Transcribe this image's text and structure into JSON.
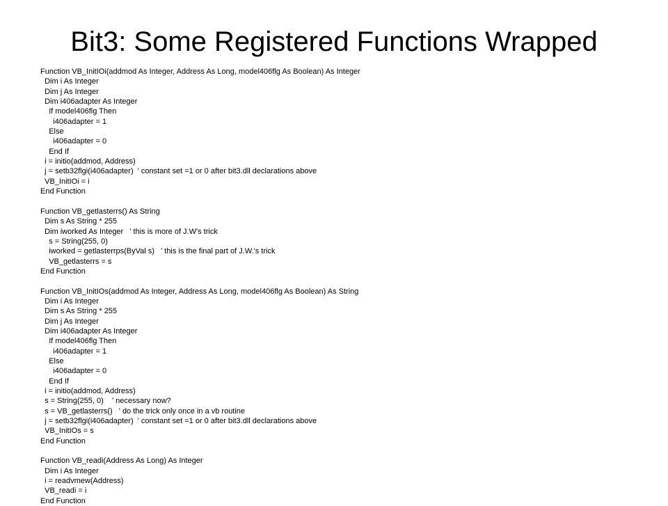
{
  "slide": {
    "title": "Bit3: Some Registered Functions Wrapped"
  },
  "code_lines": [
    "Function VB_InitIOi(addmod As Integer, Address As Long, model406flg As Boolean) As Integer",
    "  Dim i As Integer",
    "  Dim j As Integer",
    "  Dim i406adapter As Integer",
    "    If model406flg Then",
    "      i406adapter = 1",
    "    Else",
    "      i406adapter = 0",
    "    End If",
    "  i = initio(addmod, Address)",
    "  j = setb32flgi(i406adapter)  ' constant set =1 or 0 after bit3.dll declarations above",
    "  VB_InitIOi = i",
    "End Function",
    "",
    "Function VB_getlasterrs() As String",
    "  Dim s As String * 255",
    "  Dim iworked As Integer   ' this is more of J.W's trick",
    "    s = String(255, 0)",
    "    iworked = getlasterrps(ByVal s)   ' this is the final part of J.W.'s trick",
    "    VB_getlasterrs = s",
    "End Function",
    "",
    "Function VB_InitIOs(addmod As Integer, Address As Long, model406flg As Boolean) As String",
    "  Dim i As Integer",
    "  Dim s As String * 255",
    "  Dim j As Integer",
    "  Dim i406adapter As Integer",
    "    If model406flg Then",
    "      i406adapter = 1",
    "    Else",
    "      i406adapter = 0",
    "    End If",
    "  i = initio(addmod, Address)",
    "  s = String(255, 0)    ' necessary now?",
    "  s = VB_getlasterrs()   ' do the trick only once in a vb routine",
    "  j = setb32flgi(i406adapter)  ' constant set =1 or 0 after bit3.dll declarations above",
    "  VB_InitIOs = s",
    "End Function",
    "",
    "Function VB_readi(Address As Long) As Integer",
    "  Dim i As Integer",
    "  i = readvmew(Address)",
    "  VB_readi = i",
    "End Function"
  ]
}
